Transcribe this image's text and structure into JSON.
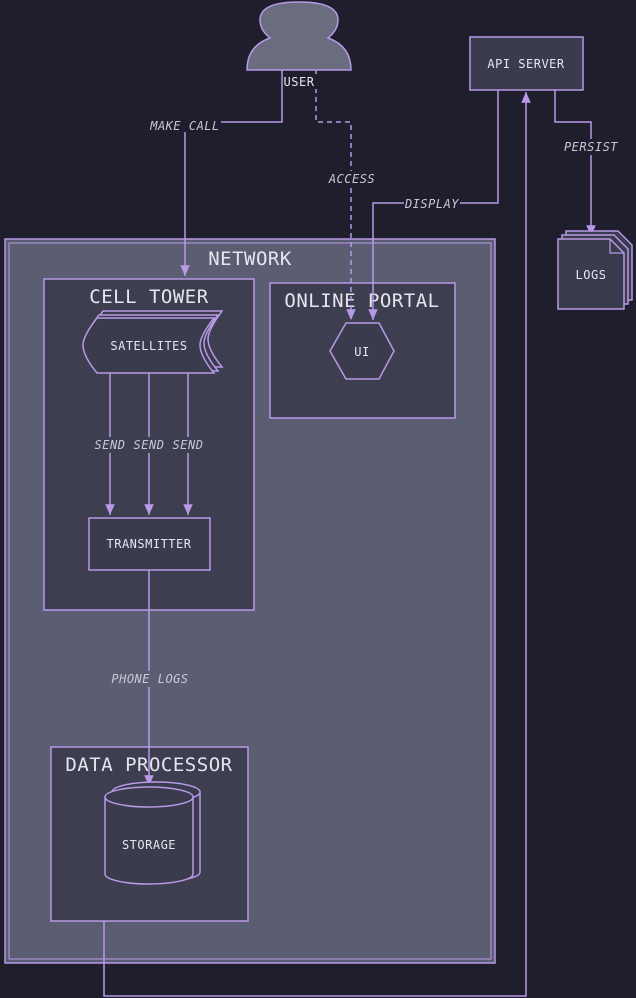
{
  "colors": {
    "background": "#1e1e2c",
    "stroke": "#b999e6",
    "network_fill": "#5b5e72",
    "group_fill": "#3d3f50",
    "node_fill": "#3a3b4c",
    "user_fill": "#6a6c80"
  },
  "nodes": {
    "user": "USER",
    "api_server": "API SERVER",
    "logs": "LOGS",
    "satellites": "SATELLITES",
    "transmitter": "TRANSMITTER",
    "ui": "UI",
    "storage": "STORAGE"
  },
  "groups": {
    "network": "NETWORK",
    "cell_tower": "CELL TOWER",
    "online_portal": "ONLINE PORTAL",
    "data_processor": "DATA PROCESSOR"
  },
  "edges": {
    "make_call": "MAKE CALL",
    "access": "ACCESS",
    "display": "DISPLAY",
    "persist": "PERSIST",
    "send_1": "SEND",
    "send_2": "SEND",
    "send_3": "SEND",
    "phone_logs": "PHONE LOGS"
  }
}
